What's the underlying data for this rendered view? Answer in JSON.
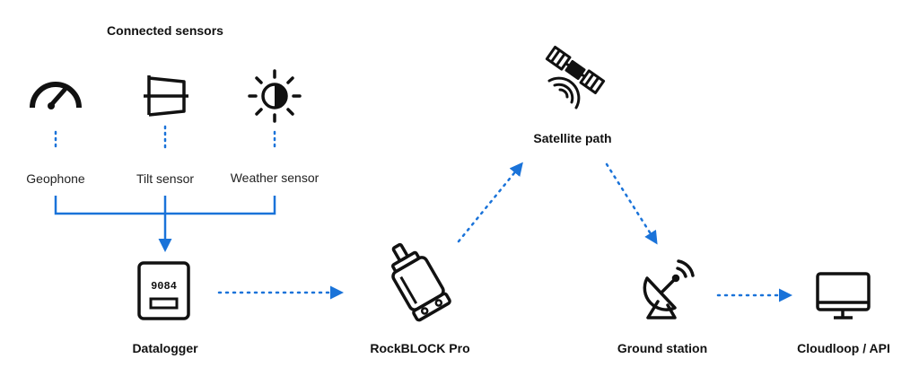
{
  "title": "Connected sensors",
  "sensors": [
    {
      "label": "Geophone",
      "icon": "gauge-icon"
    },
    {
      "label": "Tilt sensor",
      "icon": "tilt-icon"
    },
    {
      "label": "Weather sensor",
      "icon": "sun-moon-icon"
    }
  ],
  "nodes": {
    "datalogger": {
      "label": "Datalogger",
      "display": "9084",
      "icon": "datalogger-icon"
    },
    "rockblock": {
      "label": "RockBLOCK Pro",
      "icon": "rockblock-device-icon"
    },
    "satellite": {
      "label": "Satellite path",
      "icon": "satellite-icon"
    },
    "ground": {
      "label": "Ground station",
      "icon": "satellite-dish-icon"
    },
    "cloud": {
      "label": "Cloudloop / API",
      "icon": "monitor-icon"
    }
  },
  "colors": {
    "accent": "#1a73d9",
    "ink": "#111111"
  }
}
